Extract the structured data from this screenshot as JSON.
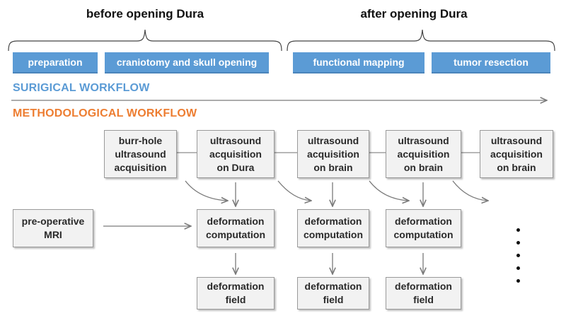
{
  "phases": {
    "before_label": "before opening Dura",
    "after_label": "after opening Dura"
  },
  "stages": [
    "preparation",
    "craniotomy and skull opening",
    "functional mapping",
    "tumor resection"
  ],
  "surgical_workflow_title": "SURIGICAL WORKFLOW",
  "methodological_workflow_title": "METHODOLOGICAL WORKFLOW",
  "acquisitions": [
    "burr-hole\nultrasound\nacquisition",
    "ultrasound\nacquisition\non Dura",
    "ultrasound\nacquisition\non brain",
    "ultrasound\nacquisition\non brain",
    "ultrasound\nacquisition\non brain"
  ],
  "preop": "pre-operative\nMRI",
  "computations": [
    "deformation\ncomputation",
    "deformation\ncomputation",
    "deformation\ncomputation"
  ],
  "fields": [
    "deformation\nfield",
    "deformation\nfield",
    "deformation\nfield"
  ],
  "colors": {
    "stage_blue": "#5b9bd5",
    "surgical_title": "#5b9bd5",
    "methodological_title": "#ed7d31",
    "line_gray": "#8c8c8c"
  },
  "continuation_icon": "vertical-ellipsis"
}
